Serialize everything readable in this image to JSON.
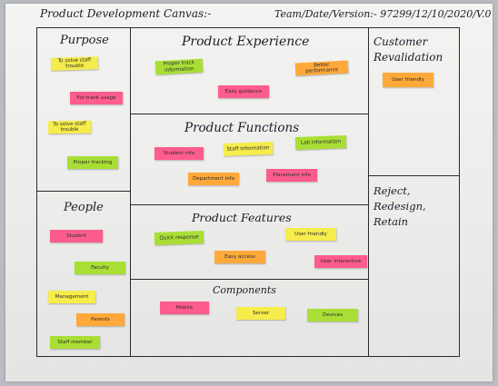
{
  "header": {
    "title": "Product Development Canvas:-",
    "team_info": "Team/Date/Version:- 97299/12/10/2020/V.0"
  },
  "sections": {
    "purpose": "Purpose",
    "people": "People",
    "product_experience": "Product Experience",
    "product_functions": "Product Functions",
    "product_features": "Product Features",
    "components": "Components",
    "customer_revalidation": "Customer Revalidation",
    "reject_redesign_retain": "Reject, Redesign, Retain"
  },
  "notes": {
    "purpose_1": "To solve staff trouble",
    "purpose_2": "For track usage",
    "purpose_3": "To solve staff trouble",
    "purpose_4": "Proper tracking",
    "people_1": "Student",
    "people_2": "Faculty",
    "people_3": "Management",
    "people_4": "Parents",
    "people_5": "Staff member",
    "experience_1": "Proper track information",
    "experience_2": "Better performance",
    "experience_3": "Easy guidance",
    "functions_1": "Student info",
    "functions_2": "Staff information",
    "functions_3": "Lab information",
    "functions_4": "Department info",
    "functions_5": "Placement info",
    "features_1": "Quick response",
    "features_2": "User friendly",
    "features_3": "Easy access",
    "features_4": "User interactive",
    "components_1": "Mobile",
    "components_2": "Server",
    "components_3": "Devices",
    "revalidation_1": "User friendly"
  },
  "colors": {
    "pink": "#ff5c8e",
    "orange": "#ffa93a",
    "yellow": "#f6ec4b",
    "green": "#a9df35",
    "ink": "#1c1c2a"
  }
}
